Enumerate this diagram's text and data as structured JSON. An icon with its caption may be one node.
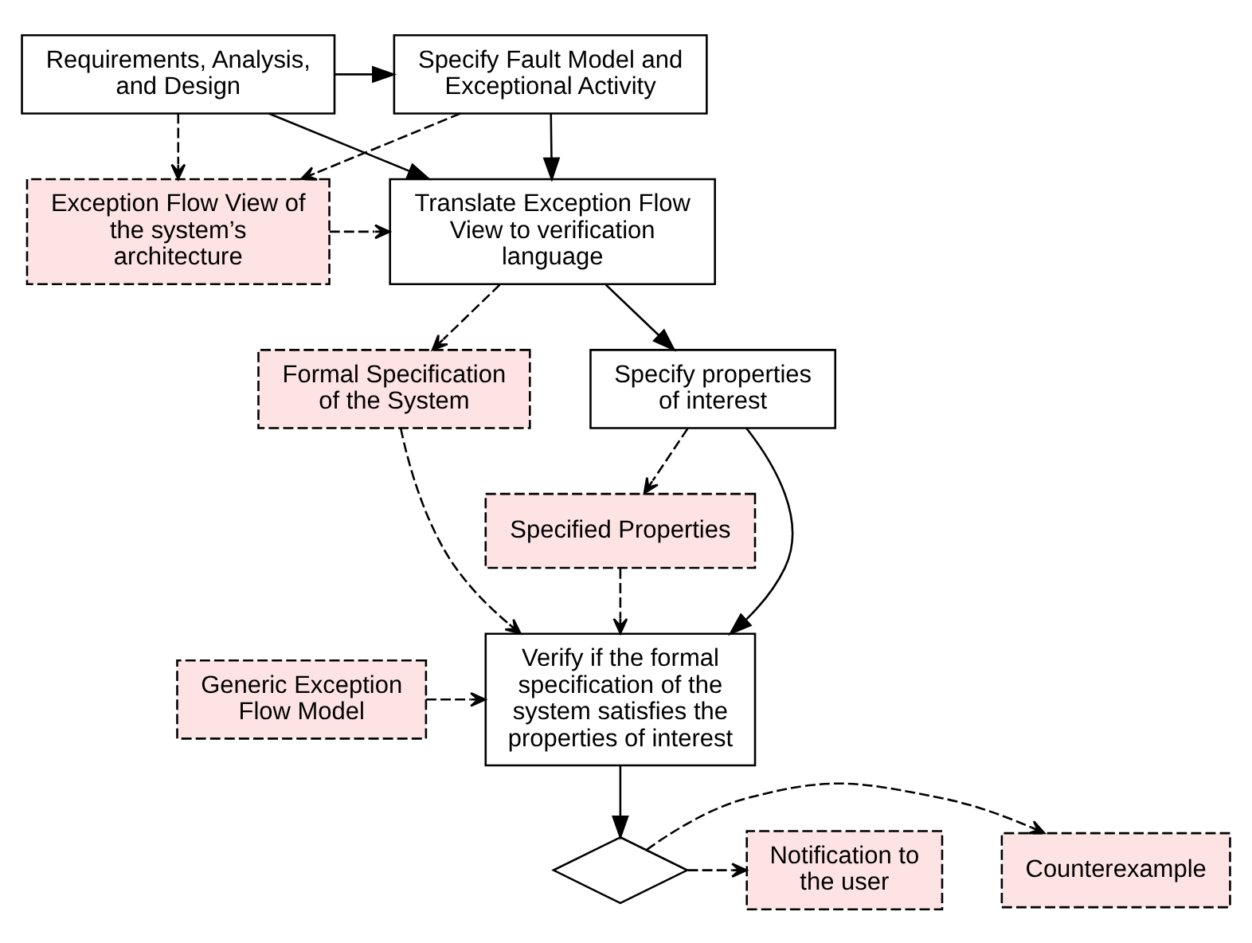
{
  "diagram": {
    "nodes": [
      {
        "text": [
          "Requirements, Analysis, and Design"
        ]
      },
      {
        "text": [
          "Specify Fault Model and Exceptional Activity"
        ]
      },
      {
        "text": [
          "Translate Exception Flow View to verification language"
        ]
      },
      {
        "text": [
          "Exception Flow View of the system’s architecture"
        ]
      },
      {
        "text": [
          "Formal Specification of the System"
        ]
      },
      {
        "text": [
          "Specify properties of interest"
        ]
      },
      {
        "text": [
          "Specified Properties"
        ]
      },
      {
        "text": [
          "Generic Exception Flow Model"
        ]
      },
      {
        "text": [
          "Verify if the formal specification of the system satisfies the properties of interest"
        ]
      },
      {
        "text": [],
        "shape": "diamond"
      },
      {
        "text": [
          "Notification to the user"
        ]
      },
      {
        "text": [
          "Counterexample"
        ]
      }
    ],
    "edges": [
      {
        "from": 0,
        "to": 1,
        "arrow": "to"
      },
      {
        "from": 0,
        "to": 2,
        "arrow": "to"
      },
      {
        "from": 1,
        "to": 2,
        "arrow": "to"
      },
      {
        "from": 0,
        "to": 3,
        "arrow": "to",
        "style": "dashed"
      },
      {
        "from": 1,
        "to": 3,
        "arrow": "to",
        "style": "dashed"
      },
      {
        "from": 3,
        "to": 2,
        "arrow": "to",
        "style": "dashed"
      },
      {
        "from": 2,
        "to": 4,
        "arrow": "to",
        "style": "dashed"
      },
      {
        "from": 2,
        "to": 5,
        "arrow": "to"
      },
      {
        "from": 5,
        "to": 6,
        "arrow": "to",
        "style": "dashed"
      },
      {
        "from": 4,
        "to": 8,
        "arrow": "to",
        "style": "dashed"
      },
      {
        "from": 7,
        "to": 8,
        "arrow": "to",
        "style": "dashed"
      },
      {
        "from": 6,
        "to": 8,
        "arrow": "to",
        "style": "dashed"
      },
      {
        "from": 5,
        "to": 8,
        "arrow": "to"
      },
      {
        "from": 8,
        "to": 9,
        "arrow": "to"
      },
      {
        "from": 9,
        "to": 10,
        "arrow": "to",
        "style": "dashed"
      },
      {
        "from": 9,
        "to": 11,
        "arrow": "to",
        "style": "dashed"
      }
    ]
  }
}
